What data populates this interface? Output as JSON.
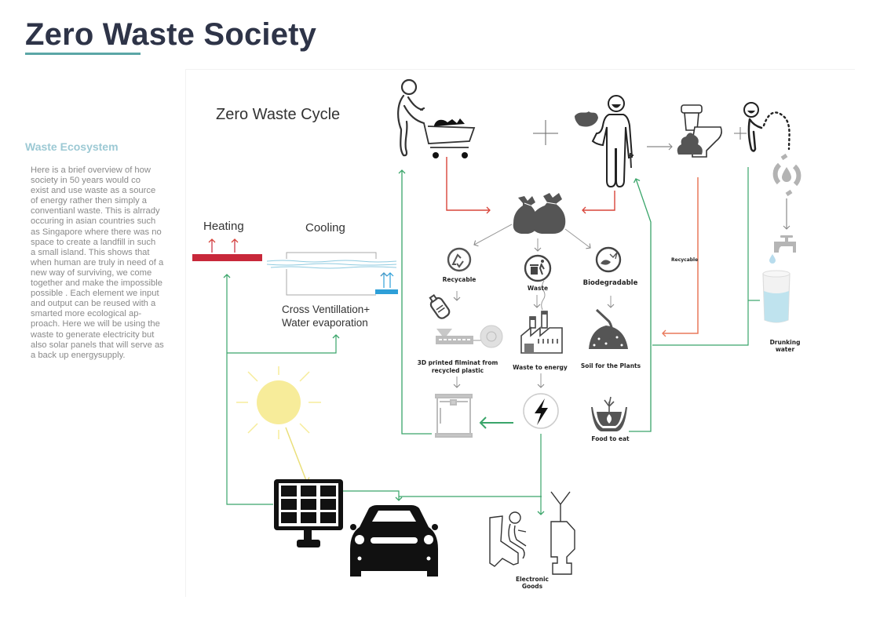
{
  "header": {
    "title": "Zero Waste Society"
  },
  "sidebar": {
    "heading": "Waste Ecosystem",
    "body": "Here is a brief overview of how\nsociety in 50 years would co\nexist and use waste as a source\nof energy rather then simply a\nconventianl waste. This is alrrady\noccuring in asian countries such\nas Singapore where there was no\nspace to create a landfill in such\na small island. This shows  that\nwhen human are truly in need of a\nnew way of  surviving,  we come\ntogether and make the impossible\npossible . Each element we input\nand output can be reused with a\nsmarted more ecological ap-\nproach. Here we will be using the\nwaste to generate electricity but\nalso solar panels that will serve as\na back up energysupply."
  },
  "diagram": {
    "title": "Zero Waste  Cycle",
    "heating": "Heating",
    "cooling": "Cooling",
    "cross_vent_line1": "Cross Ventillation+",
    "cross_vent_line2": "Water evaporation",
    "recycable": "Recycable",
    "waste": "Waste",
    "biodegradable": "Biodegradable",
    "filament_line1": "3D printed filminat from",
    "filament_line2": "recycled plastic",
    "waste_to_energy": "Waste to energy",
    "soil": "Soil for the Plants",
    "food": "Food to eat",
    "recyclable_side": "Recycable",
    "drinking_line1": "Drunking",
    "drinking_line2": "water",
    "electronic_line1": "Electronic",
    "electronic_line2": "Goods",
    "colors": {
      "green_flow": "#3aa56a",
      "red_flow": "#d9453a",
      "orange_flow": "#e9785a",
      "heating_bar": "#c8283a",
      "cooling_bar": "#2e9fd8",
      "sun": "#f7ec9a",
      "icon_dark": "#4a4a4a",
      "icon_grey": "#b0b0b0",
      "water": "#bfe3ee"
    }
  }
}
